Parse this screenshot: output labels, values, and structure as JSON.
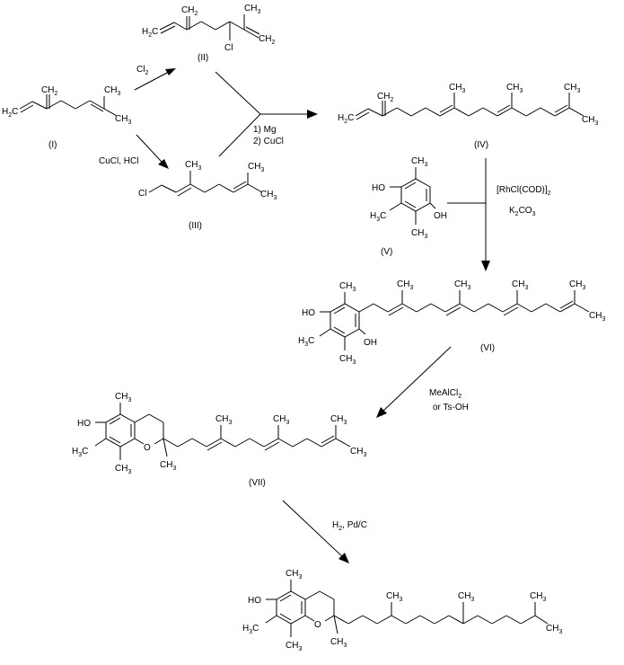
{
  "labels": {
    "I": "(I)",
    "II": "(II)",
    "III": "(III)",
    "IV": "(IV)",
    "V": "(V)",
    "VI": "(VI)",
    "VII": "(VII)"
  },
  "atoms": {
    "ch2": "CH",
    "ch2_sub": "2",
    "h2c": "H",
    "h2c_sub": "2",
    "h2c_c": "C",
    "ch3": "CH",
    "ch3_sub": "3",
    "h3c": "H",
    "h3c_sub": "3",
    "h3c_c": "C",
    "cl": "Cl",
    "ho": "HO",
    "oh": "OH",
    "o": "O"
  },
  "conditions": {
    "cl2": "Cl",
    "cl2_sub": "2",
    "cucl_hcl": "CuCl, HCl",
    "mg": "1) Mg",
    "cucl": "2) CuCl",
    "rh_pre": "[RhCl(COD)]",
    "rh_sub": "2",
    "k2co3_pre": "K",
    "k2co3_sub2": "2",
    "k2co3_mid": "CO",
    "k2co3_sub3": "3",
    "mealcl2": "MeAlCl",
    "mealcl2_sub": "2",
    "tsoh": "or Ts-OH",
    "h2pdc_h": "H",
    "h2pdc_sub": "2",
    "h2pdc_rest": ", Pd/C"
  }
}
